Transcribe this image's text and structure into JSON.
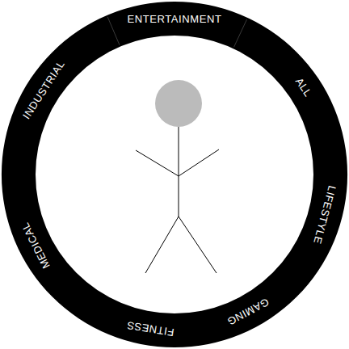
{
  "diagram": {
    "nodes": [
      {
        "text": [
          "ENTERTAINMENT",
          "ALL",
          "LIFESTYLE",
          "GAMING",
          "FITNESS",
          "MEDICAL",
          "INDUSTRIAL"
        ]
      }
    ]
  }
}
